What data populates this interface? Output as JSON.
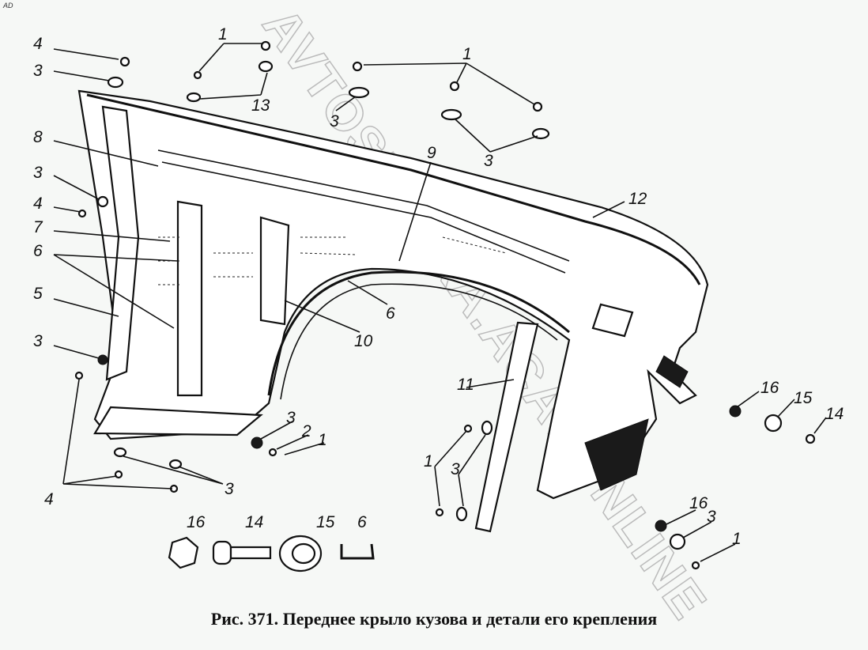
{
  "corner_mark": "AD",
  "caption": "Рис. 371. Переднее крыло кузова и детали его крепления",
  "watermark": "AVTOSKAZKA.ACAT.ONLINE",
  "labels": [
    "4",
    "3",
    "1",
    "13",
    "1",
    "3",
    "3",
    "8",
    "9",
    "12",
    "3",
    "4",
    "7",
    "6",
    "5",
    "6",
    "10",
    "3",
    "11",
    "16",
    "15",
    "14",
    "3",
    "2",
    "1",
    "1",
    "3",
    "4",
    "3",
    "16",
    "14",
    "15",
    "6",
    "16",
    "3",
    "1"
  ]
}
